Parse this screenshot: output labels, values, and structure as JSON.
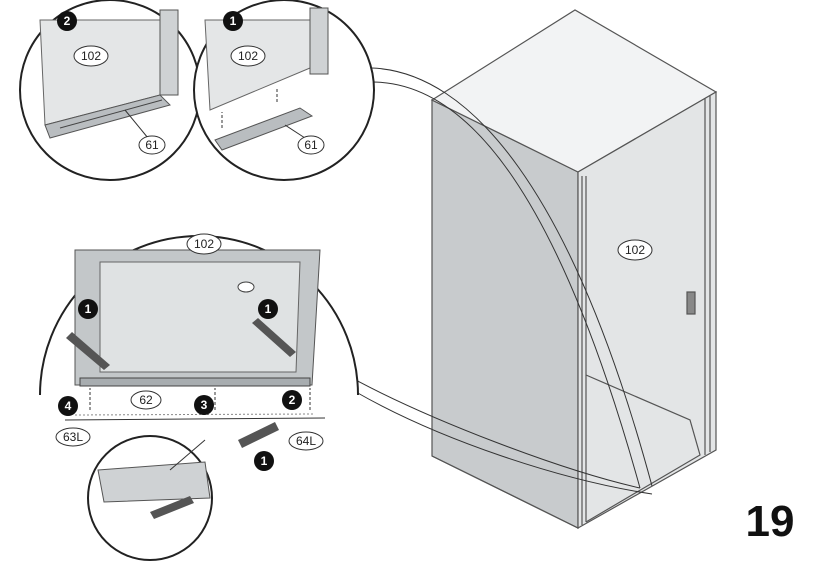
{
  "page": {
    "step_number": "19"
  },
  "parts": {
    "panel": "102",
    "profile_61": "61",
    "strip_62": "62",
    "end_cap_left": "63L",
    "end_cap_right": "64L"
  },
  "steps": {
    "s1": "1",
    "s2": "2",
    "s3": "3",
    "s4": "4"
  }
}
